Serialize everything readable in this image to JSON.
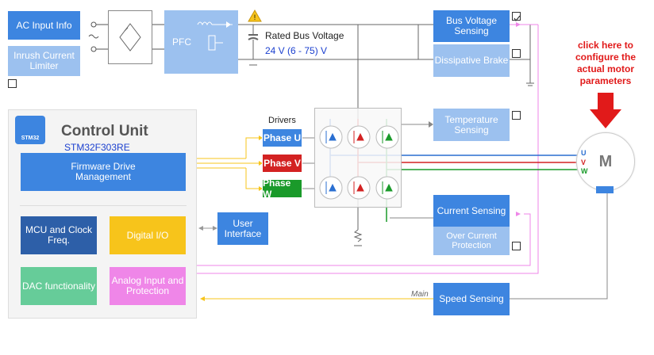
{
  "blocks": {
    "ac_input": "AC Input Info",
    "inrush": "Inrush Current Limiter",
    "pfc": "PFC",
    "bus_voltage": "Bus Voltage Sensing",
    "dissipative": "Dissipative Brake",
    "temperature": "Temperature Sensing",
    "current": "Current Sensing",
    "overcurrent": "Over Current Protection",
    "speed": "Speed Sensing",
    "user_interface": "User Interface",
    "firmware": "Firmware Drive Management",
    "mcu": "MCU and Clock Freq.",
    "digital_io": "Digital I/O",
    "dac": "DAC functionality",
    "analog": "Analog Input and Protection"
  },
  "control_unit": {
    "title": "Control Unit",
    "chip": "STM32F303RE",
    "logo": "STM32"
  },
  "bus": {
    "label": "Rated Bus Voltage",
    "value": "24 V (6 - 75) V"
  },
  "drivers": {
    "label": "Drivers",
    "phases": [
      "Phase U",
      "Phase V",
      "Phase W"
    ]
  },
  "motor": {
    "label": "M",
    "phases": [
      "U",
      "V",
      "W"
    ]
  },
  "speed_link": "Main",
  "callout": "click here to configure the actual motor parameters",
  "checkboxes": {
    "bus_voltage": true,
    "dissipative": false,
    "inrush": false,
    "temperature": false,
    "overcurrent": false
  },
  "colors": {
    "accent": "#3d85e0",
    "phase_u": "#2a6fd1",
    "phase_v": "#d32222",
    "phase_w": "#1a9a2a",
    "callout": "#e11a1a"
  }
}
